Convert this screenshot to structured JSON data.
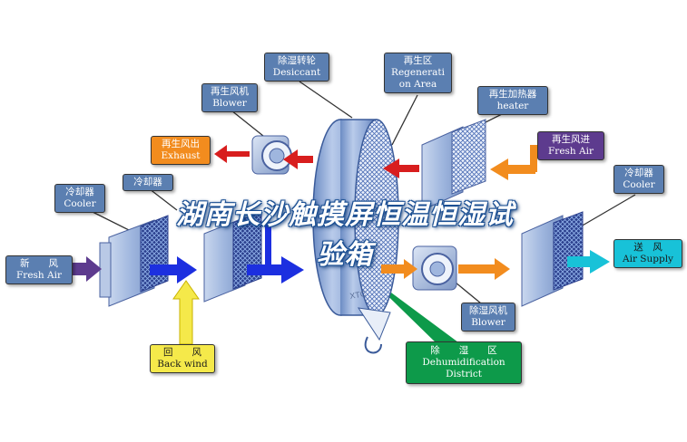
{
  "labels": {
    "desiccant": {
      "cn": "除湿转轮",
      "en": "Desiccant"
    },
    "regen_area": {
      "cn": "再生区",
      "en1": "Regenerati",
      "en2": "on Area"
    },
    "regen_blower": {
      "cn": "再生风机",
      "en": "Blower"
    },
    "regen_heater": {
      "cn": "再生加热器",
      "en": "heater"
    },
    "exhaust": {
      "cn": "再生风出",
      "en": "Exhaust"
    },
    "regen_fresh": {
      "cn": "再生风进",
      "en": "Fresh Air"
    },
    "cooler_left": {
      "cn": "冷却器",
      "en": "Cooler"
    },
    "cooler_second": {
      "cn": "冷却器"
    },
    "cooler_right": {
      "cn": "冷却器",
      "en": "Cooler"
    },
    "fresh_air": {
      "cn": "新　　风",
      "en": "Fresh Air"
    },
    "air_supply": {
      "cn": "送　风",
      "en": "Air Supply"
    },
    "return_air": {
      "cn": "回　　风",
      "en": "Back wind"
    },
    "process_blower": {
      "cn": "除湿风机",
      "en": "Blower"
    },
    "dehum_district": {
      "cn": "除　　湿　　区",
      "en1": "Dehumidification",
      "en2": "District"
    }
  },
  "watermark": {
    "line1": "湖南长沙触摸屏恒温恒湿试",
    "line2": "验箱"
  },
  "wheel_brand": "XTC"
}
